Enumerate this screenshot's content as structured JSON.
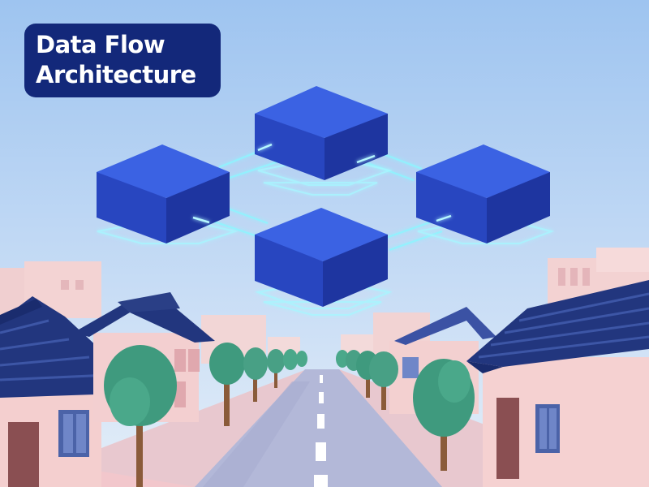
{
  "title": {
    "line1": "Data Flow",
    "line2": "Architecture"
  },
  "diagram": {
    "nodes": [
      "top-block",
      "left-block",
      "right-block",
      "bottom-block"
    ],
    "connections": [
      [
        "left-block",
        "top-block"
      ],
      [
        "top-block",
        "right-block"
      ],
      [
        "left-block",
        "bottom-block"
      ],
      [
        "bottom-block",
        "right-block"
      ]
    ]
  },
  "colors": {
    "sky_top": "#9ec4f0",
    "sky_bottom": "#dbeaf7",
    "block_top": "#2f54d6",
    "block_front": "#2846c0",
    "block_side": "#1a2f90",
    "link_glow": "#7ff0ff",
    "badge": "#13287a",
    "roof": "#2a3f86",
    "wall": "#f4cfcf",
    "tree": "#3f9a7e",
    "road": "#b3b8d8"
  }
}
